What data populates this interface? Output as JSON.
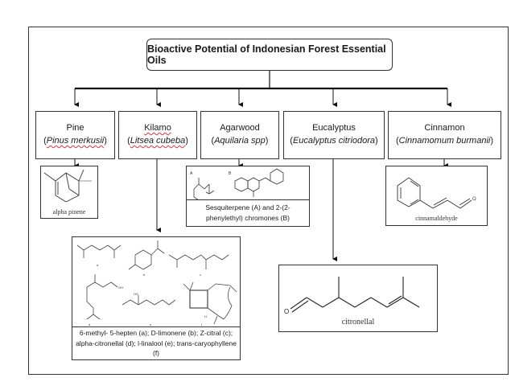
{
  "title": "Bioactive Potential of Indonesian Forest Essential Oils",
  "categories": [
    {
      "name": "Pine",
      "scientific_prefix": "(",
      "scientific": "Pinus merkusii",
      "scientific_suffix": ")"
    },
    {
      "name": "Kilamo",
      "scientific_prefix": "(",
      "scientific": "Litsea cubeba",
      "scientific_suffix": ")"
    },
    {
      "name": "Agarwood",
      "scientific_prefix": "(",
      "scientific": "Aquilaria spp",
      "scientific_suffix": ")"
    },
    {
      "name": "Eucalyptus",
      "scientific_prefix": "(",
      "scientific": "Eucalyptus citriodora",
      "scientific_suffix": ")"
    },
    {
      "name": "Cinnamon",
      "scientific_prefix": "(",
      "scientific": "Cinnamomum burmanii",
      "scientific_suffix": ")"
    }
  ],
  "compounds": {
    "pine": {
      "caption": "alpha pinene"
    },
    "agarwood": {
      "label_a": "A",
      "label_b": "B",
      "caption": "Sesquiterpene (A) and 2-(2-phenylethyl) chromones (B)"
    },
    "cinnamon": {
      "caption": "cinnamaldehyde",
      "atom_o": "O"
    },
    "eucalyptus": {
      "caption": "citronellal",
      "atom_o": "O"
    },
    "kilamo": {
      "labels": [
        "a",
        "b",
        "c",
        "d",
        "e",
        "f"
      ],
      "atom_oh_d": "OH",
      "atom_ho_e": "HO",
      "atom_h": "H",
      "caption": "6-methyl- 5-hepten (a); D-limonene (b); Z-citral (c); alpha-citronellal (d); l-linalool (e); trans-caryophyllene (f)"
    }
  }
}
